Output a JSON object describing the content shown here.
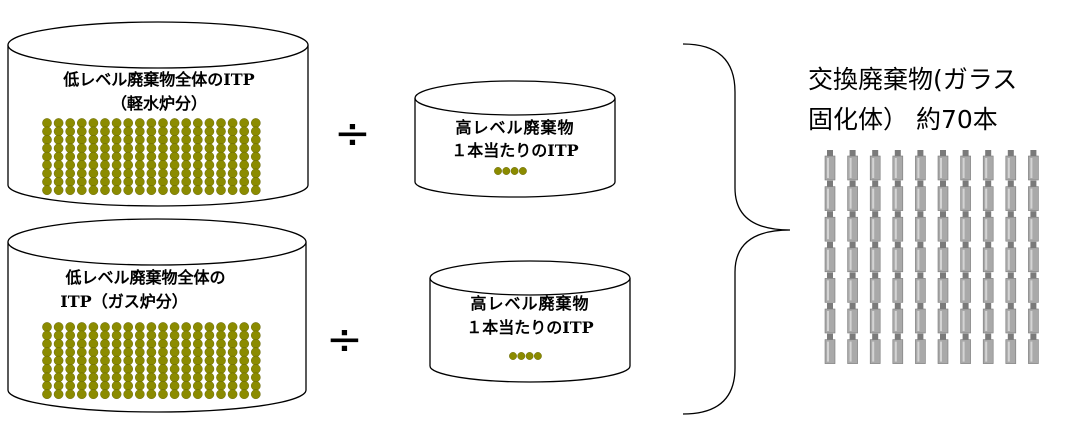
{
  "diagram": {
    "cylinder_top": {
      "line1": "低レベル廃棄物全体のITP",
      "line2": "（軽水炉分）"
    },
    "cylinder_bottom": {
      "line1": "低レベル廃棄物全体の",
      "line2": "ITP（ガス炉分）"
    },
    "small_cylinder_top": {
      "line1": "高レベル廃棄物",
      "line2": "１本当たりのITP"
    },
    "small_cylinder_bottom": {
      "line1": "高レベル廃棄物",
      "line2": "１本当たりのITP"
    },
    "divide_symbol": "÷",
    "result": {
      "line1": "交換廃棄物(ガラス",
      "line2": "固化体） 約70本"
    },
    "colors": {
      "dot": "#8b8b00",
      "dot_stroke": "#5a5a00",
      "canister": "#a9a9a9",
      "canister_dark": "#7a7a7a",
      "outline": "#000000"
    },
    "icons": {
      "dot": "waste-dot-icon",
      "canister": "glass-canister-icon",
      "brace": "right-curly-brace"
    }
  }
}
